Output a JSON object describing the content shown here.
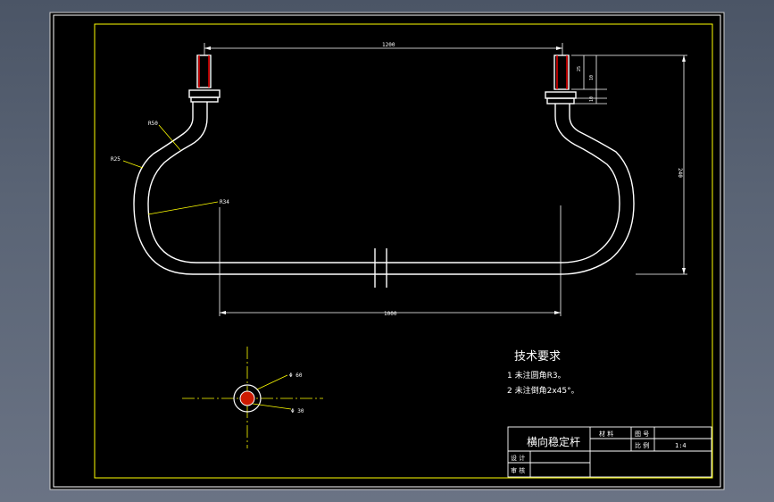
{
  "drawing": {
    "dimensions": {
      "top_width": "1200",
      "bottom_width": "1000",
      "right_height": "240",
      "flange_small_a": "25",
      "flange_small_b": "10",
      "flange_small_c": "10"
    },
    "radii": {
      "r50": "R50",
      "r25": "R25",
      "r34": "R34"
    },
    "section": {
      "outer_dia": "Φ 60",
      "inner_dia": "Φ 30"
    },
    "tech_requirements": {
      "title": "技术要求",
      "items": [
        "1  未注圆角R3。",
        "2  未注倒角2x45°。"
      ]
    },
    "title_block": {
      "part_name": "横向稳定杆",
      "material_label": "材 料",
      "drawing_no_label": "图 号",
      "scale_label": "比 例",
      "scale_value": "1:4",
      "designer_label": "设 计",
      "reviewer_label": "审 核"
    }
  },
  "colors": {
    "background": "#000000",
    "frame": "#ffffff",
    "inner_frame": "#ffff00",
    "part_outline": "#ffffff",
    "dimension": "#ffffff",
    "leader": "#ffff00",
    "accent_red": "#ff0000",
    "window_bg": "#566073"
  }
}
